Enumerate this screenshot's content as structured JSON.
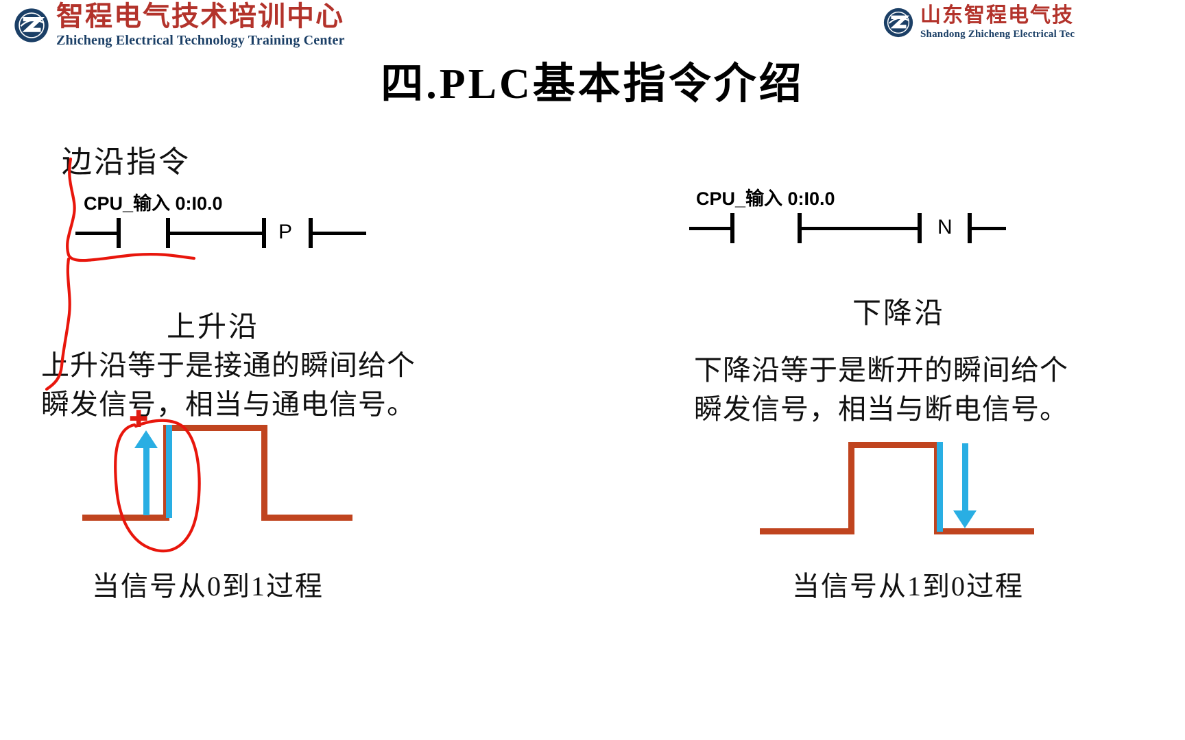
{
  "header": {
    "left_logo": {
      "icon": "zhicheng-circle-z-logo",
      "cn": "智程电气技术培训中心",
      "en": "Zhicheng Electrical Technology Training Center"
    },
    "right_logo": {
      "icon": "zhicheng-circle-z-logo",
      "cn": "山东智程电气技",
      "en": "Shandong Zhicheng Electrical Tec"
    }
  },
  "title": "四.PLC基本指令介绍",
  "left_panel": {
    "annotation_label": "边沿指令",
    "ladder": {
      "tag": "CPU_输入 0:I0.0",
      "contact_letter": "P"
    },
    "heading": "上升沿",
    "description_lines": [
      "上升沿等于是接通的瞬间给个",
      "瞬发信号，相当与通电信号。"
    ],
    "caption": "当信号从0到1过程",
    "ink_marks": [
      "plus-sign",
      "red-curve-pointer",
      "red-circle-highlight"
    ]
  },
  "right_panel": {
    "ladder": {
      "tag": "CPU_输入 0:I0.0",
      "contact_letter": "N"
    },
    "heading": "下降沿",
    "description_lines": [
      "下降沿等于是断开的瞬间给个",
      "瞬发信号，相当与断电信号。"
    ],
    "caption": "当信号从1到0过程"
  },
  "colors": {
    "logo_cn": "#b3332b",
    "logo_en": "#1b3f66",
    "ink_red": "#e01b10",
    "waveform": "#c0441f",
    "arrow_blue": "#29aee3",
    "text": "#111111"
  }
}
